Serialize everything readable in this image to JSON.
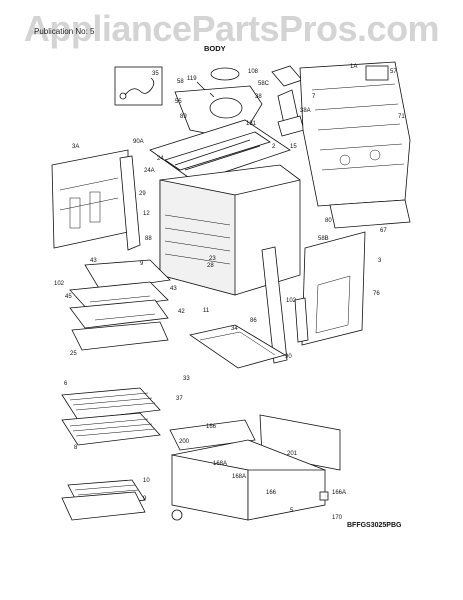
{
  "watermark": "AppliancePartsPros.com",
  "header": {
    "publication": "Publication No: 5",
    "section": "BODY"
  },
  "footer_code": "BFFGS3025PBG",
  "callouts": [
    "1A",
    "57",
    "108",
    "119",
    "35",
    "58C",
    "38",
    "38A",
    "7",
    "71",
    "58",
    "55",
    "131",
    "89",
    "2",
    "15",
    "90A",
    "3A",
    "24",
    "24A",
    "67",
    "80",
    "29",
    "12",
    "88",
    "28",
    "58B",
    "23",
    "3",
    "43",
    "9",
    "102",
    "45",
    "43",
    "42",
    "11",
    "102",
    "86",
    "76",
    "34",
    "25",
    "90",
    "33",
    "37",
    "6",
    "8",
    "10",
    "9",
    "166",
    "200",
    "201",
    "168A",
    "166",
    "168A",
    "166A",
    "170",
    "5"
  ]
}
